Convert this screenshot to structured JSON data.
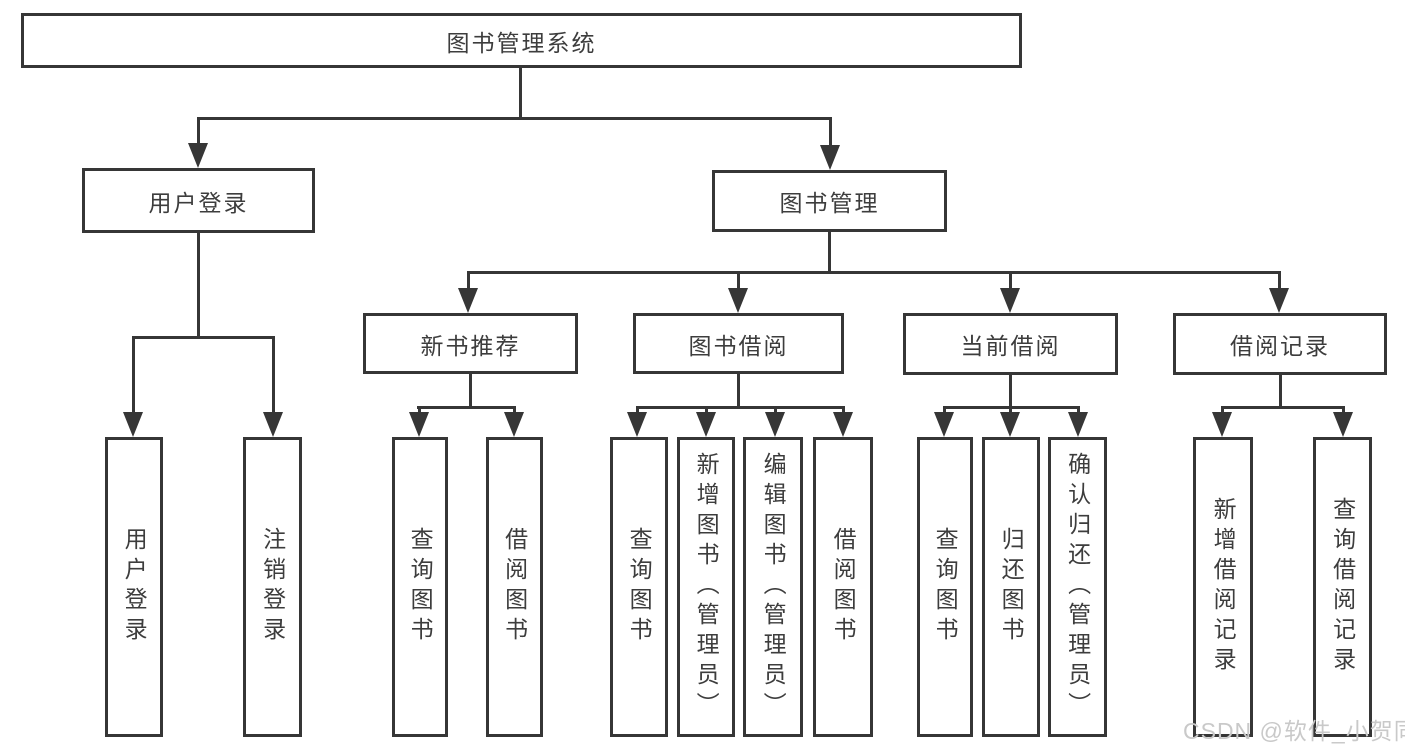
{
  "diagram": {
    "type": "tree",
    "root_label": "图书管理系统",
    "level2": [
      "用户登录",
      "图书管理"
    ],
    "level3": [
      "新书推荐",
      "图书借阅",
      "当前借阅",
      "借阅记录"
    ],
    "leaves": [
      "用户登录",
      "注销登录",
      "查询图书",
      "借阅图书",
      "查询图书",
      "新增图书（管理员）",
      "编辑图书（管理员）",
      "借阅图书",
      "查询图书",
      "归还图书",
      "确认归还（管理员）",
      "新增借阅记录",
      "查询借阅记录"
    ],
    "structure": {
      "图书管理系统": [
        "用户登录",
        "图书管理"
      ],
      "用户登录": [
        "用户登录",
        "注销登录"
      ],
      "图书管理": [
        "新书推荐",
        "图书借阅",
        "当前借阅",
        "借阅记录"
      ],
      "新书推荐": [
        "查询图书",
        "借阅图书"
      ],
      "图书借阅": [
        "查询图书",
        "新增图书（管理员）",
        "编辑图书（管理员）",
        "借阅图书"
      ],
      "当前借阅": [
        "查询图书",
        "归还图书",
        "确认归还（管理员）"
      ],
      "借阅记录": [
        "新增借阅记录",
        "查询借阅记录"
      ]
    },
    "watermark": "CSDN @软件_小贺同学",
    "colors": {
      "line": "#363636",
      "text": "#3d3d3d",
      "box_background": "#ffffff",
      "watermark": "#c9c9c9"
    }
  }
}
